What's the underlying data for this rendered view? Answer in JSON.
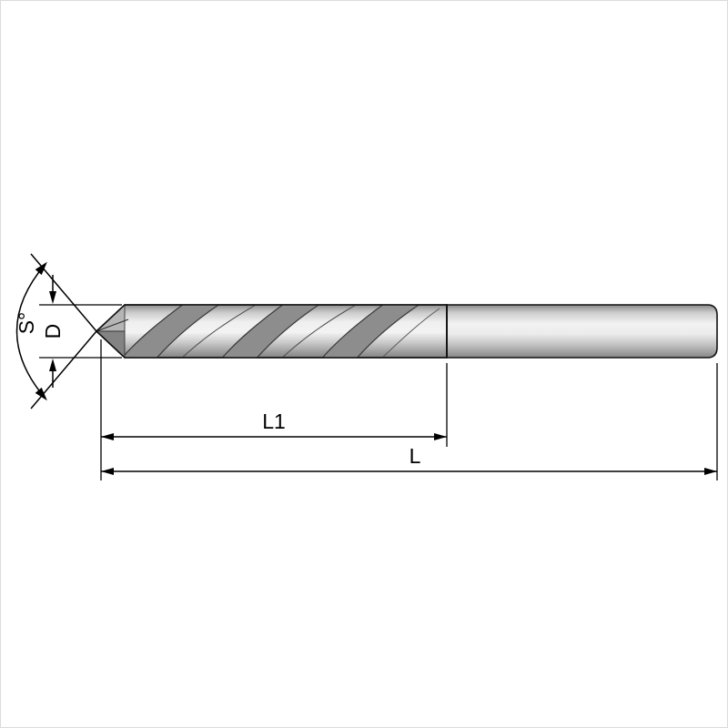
{
  "diagram": {
    "name": "Twist drill bit dimensional drawing",
    "labels": {
      "point_angle": "S°",
      "diameter": "D",
      "flute_length": "L1",
      "overall_length": "L"
    },
    "colors": {
      "outline": "#111111",
      "steel_light": "#f4f4f4",
      "steel_mid": "#bfbfbf",
      "steel_dark": "#878787",
      "flute_dark": "#8d8d8d",
      "background": "#ffffff"
    }
  }
}
